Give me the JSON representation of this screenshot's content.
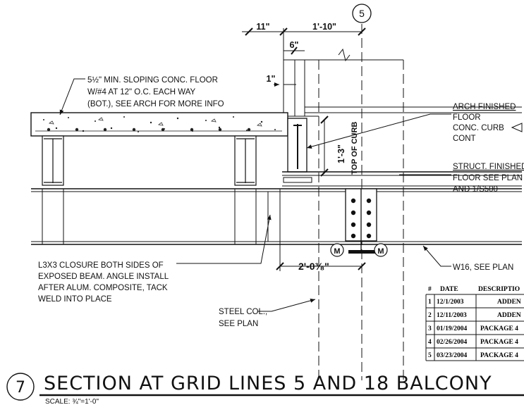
{
  "grid_bubble": "5",
  "dims": {
    "d11": "11\"",
    "d1_10": "1'-10\"",
    "d6": "6\"",
    "d1": "1\"",
    "d1_3": "1'-3\"",
    "d2_0": "2'-0³⁄₈\"",
    "top_of_curb": "TOP OF CURB"
  },
  "markers": {
    "m1": "M",
    "m2": "M"
  },
  "notes": {
    "slab": [
      "5½\" MIN. SLOPING CONC. FLOOR",
      "W/#4 AT 12\" O.C. EACH WAY",
      "(BOT.), SEE ARCH FOR MORE INFO"
    ],
    "arch": [
      "ARCH  FINISHED",
      "FLOOR",
      "CONC. CURB",
      "CONT"
    ],
    "struct": [
      "STRUCT.  FINISHED",
      "FLOOR  SEE  PLAN",
      "AND  1/S500"
    ],
    "closure": [
      "L3X3 CLOSURE BOTH SIDES OF",
      "EXPOSED BEAM.  ANGLE INSTALL",
      "AFTER ALUM. COMPOSITE, TACK",
      "WELD INTO PLACE"
    ],
    "column": [
      "STEEL COL.,",
      "SEE PLAN"
    ],
    "beam": "W16, SEE PLAN"
  },
  "revisions": {
    "headers": [
      "#",
      "DATE",
      "DESCRIPTIO"
    ],
    "rows": [
      [
        "1",
        "12/1/2003",
        "ADDEN"
      ],
      [
        "2",
        "12/11/2003",
        "ADDEN"
      ],
      [
        "3",
        "01/19/2004",
        "PACKAGE 4"
      ],
      [
        "4",
        "02/26/2004",
        "PACKAGE 4"
      ],
      [
        "5",
        "03/23/2004",
        "PACKAGE 4"
      ]
    ]
  },
  "section": {
    "number": "7",
    "title": "SECTION  AT  GRID  LINES  5  AND  18  BALCONY",
    "scale": "SCALE: ¾\"=1'-0\""
  }
}
